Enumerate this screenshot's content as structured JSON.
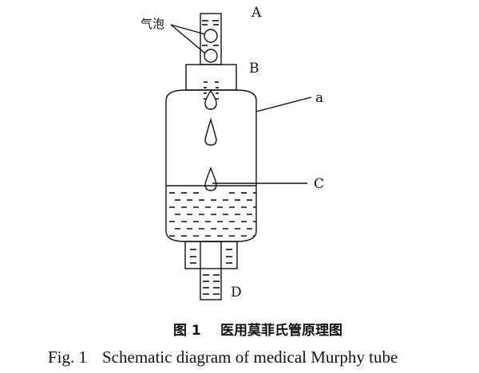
{
  "labels": {
    "bubbles": "气泡",
    "A": "A",
    "B": "B",
    "a": "a",
    "C": "C",
    "D": "D"
  },
  "caption": {
    "cn_number": "图 1",
    "cn_title": "医用莫菲氏管原理图",
    "en_number": "Fig. 1",
    "en_title": "Schematic diagram of medical Murphy tube"
  }
}
